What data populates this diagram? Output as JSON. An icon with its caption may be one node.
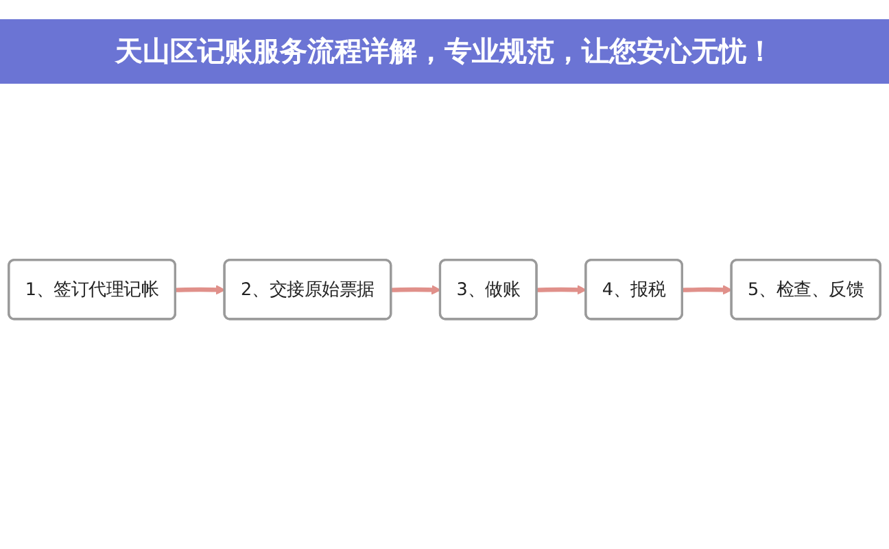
{
  "diagram": {
    "title": "天山区记账服务流程详解，专业规范，让您安心无忧！",
    "nodes": [
      {
        "text": [
          "1、签订代理记帐"
        ]
      },
      {
        "text": [
          "2、交接原始票据"
        ]
      },
      {
        "text": [
          "3、做账"
        ]
      },
      {
        "text": [
          "4、报税"
        ]
      },
      {
        "text": [
          "5、检查、反馈"
        ]
      }
    ],
    "edges": [
      {
        "from": 0,
        "to": 1,
        "arrow": "to"
      },
      {
        "from": 1,
        "to": 2,
        "arrow": "to"
      },
      {
        "from": 2,
        "to": 3,
        "arrow": "to"
      },
      {
        "from": 3,
        "to": 4,
        "arrow": "to"
      }
    ]
  }
}
